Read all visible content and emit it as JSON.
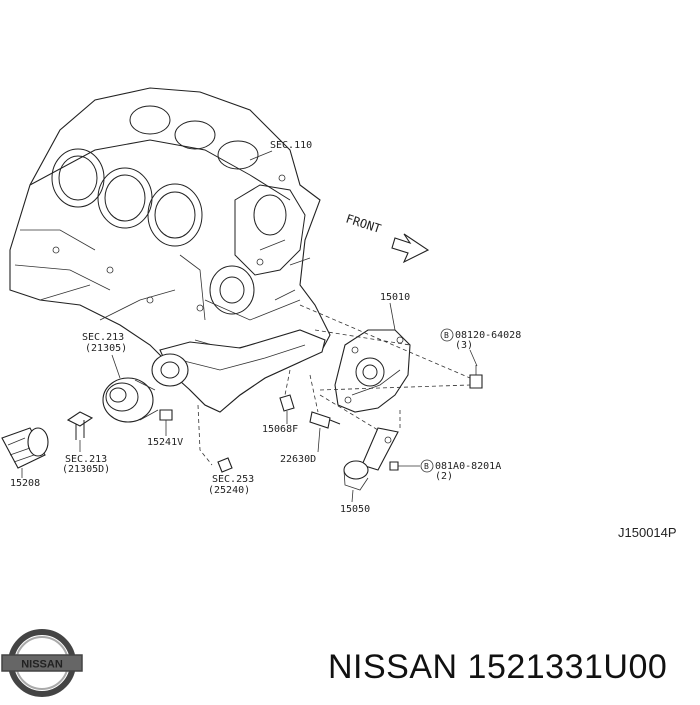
{
  "diagram": {
    "labels": {
      "sec110": "SEC.110",
      "front": "FRONT",
      "p15010": "15010",
      "bolt1": "08120-64028",
      "bolt1_qty": "(3)",
      "sec213a": "SEC.213",
      "sec213a_ref": "(21305)",
      "p15241v": "15241V",
      "p15068f": "15068F",
      "p22630d": "22630D",
      "sec213b": "SEC.213",
      "sec213b_ref": "(21305D)",
      "p15208": "15208",
      "sec253": "SEC.253",
      "sec253_ref": "(25240)",
      "bolt2": "081A0-8201A",
      "bolt2_qty": "(2)",
      "p15050": "15050",
      "bolt_marker": "B"
    },
    "diagram_code": "J150014P"
  },
  "brand": {
    "logo_text": "NISSAN",
    "caption": "NISSAN 1521331U00"
  }
}
